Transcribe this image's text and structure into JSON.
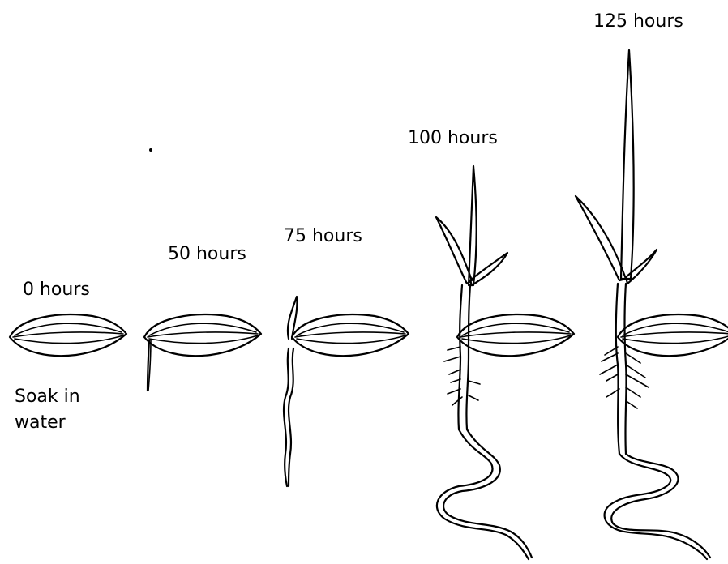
{
  "stages": [
    {
      "label": "0 hours"
    },
    {
      "label": "50 hours"
    },
    {
      "label": "75 hours"
    },
    {
      "label": "100 hours"
    },
    {
      "label": "125 hours"
    }
  ],
  "note_line1": "Soak in",
  "note_line2": "water",
  "colors": {
    "ink": "#000000",
    "background": "#ffffff"
  }
}
